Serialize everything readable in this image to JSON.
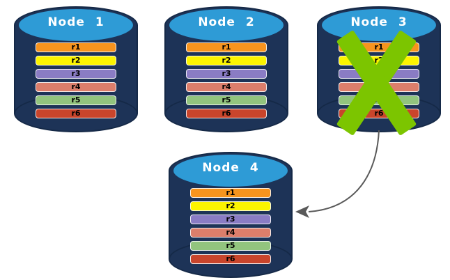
{
  "nodes": [
    {
      "label": "Node 1",
      "status": "active"
    },
    {
      "label": "Node 2",
      "status": "active"
    },
    {
      "label": "Node 3",
      "status": "failed"
    },
    {
      "label": "Node 4",
      "status": "active"
    }
  ],
  "rows": [
    {
      "label": "r1",
      "color": "#F7941E"
    },
    {
      "label": "r2",
      "color": "#FCF400"
    },
    {
      "label": "r3",
      "color": "#8A7CC4"
    },
    {
      "label": "r4",
      "color": "#DC7E6B"
    },
    {
      "label": "r5",
      "color": "#92C47E"
    },
    {
      "label": "r6",
      "color": "#C9452C"
    }
  ],
  "arrow": {
    "source": "Node 3",
    "target": "Node 4"
  },
  "colors": {
    "cylinder_body": "#1D3357",
    "cylinder_face": "#2E9BD6",
    "failure_x": "#7CC500",
    "arrow": "#595959",
    "node_label_text": "#FFFFFF",
    "row_text": "#000000"
  }
}
